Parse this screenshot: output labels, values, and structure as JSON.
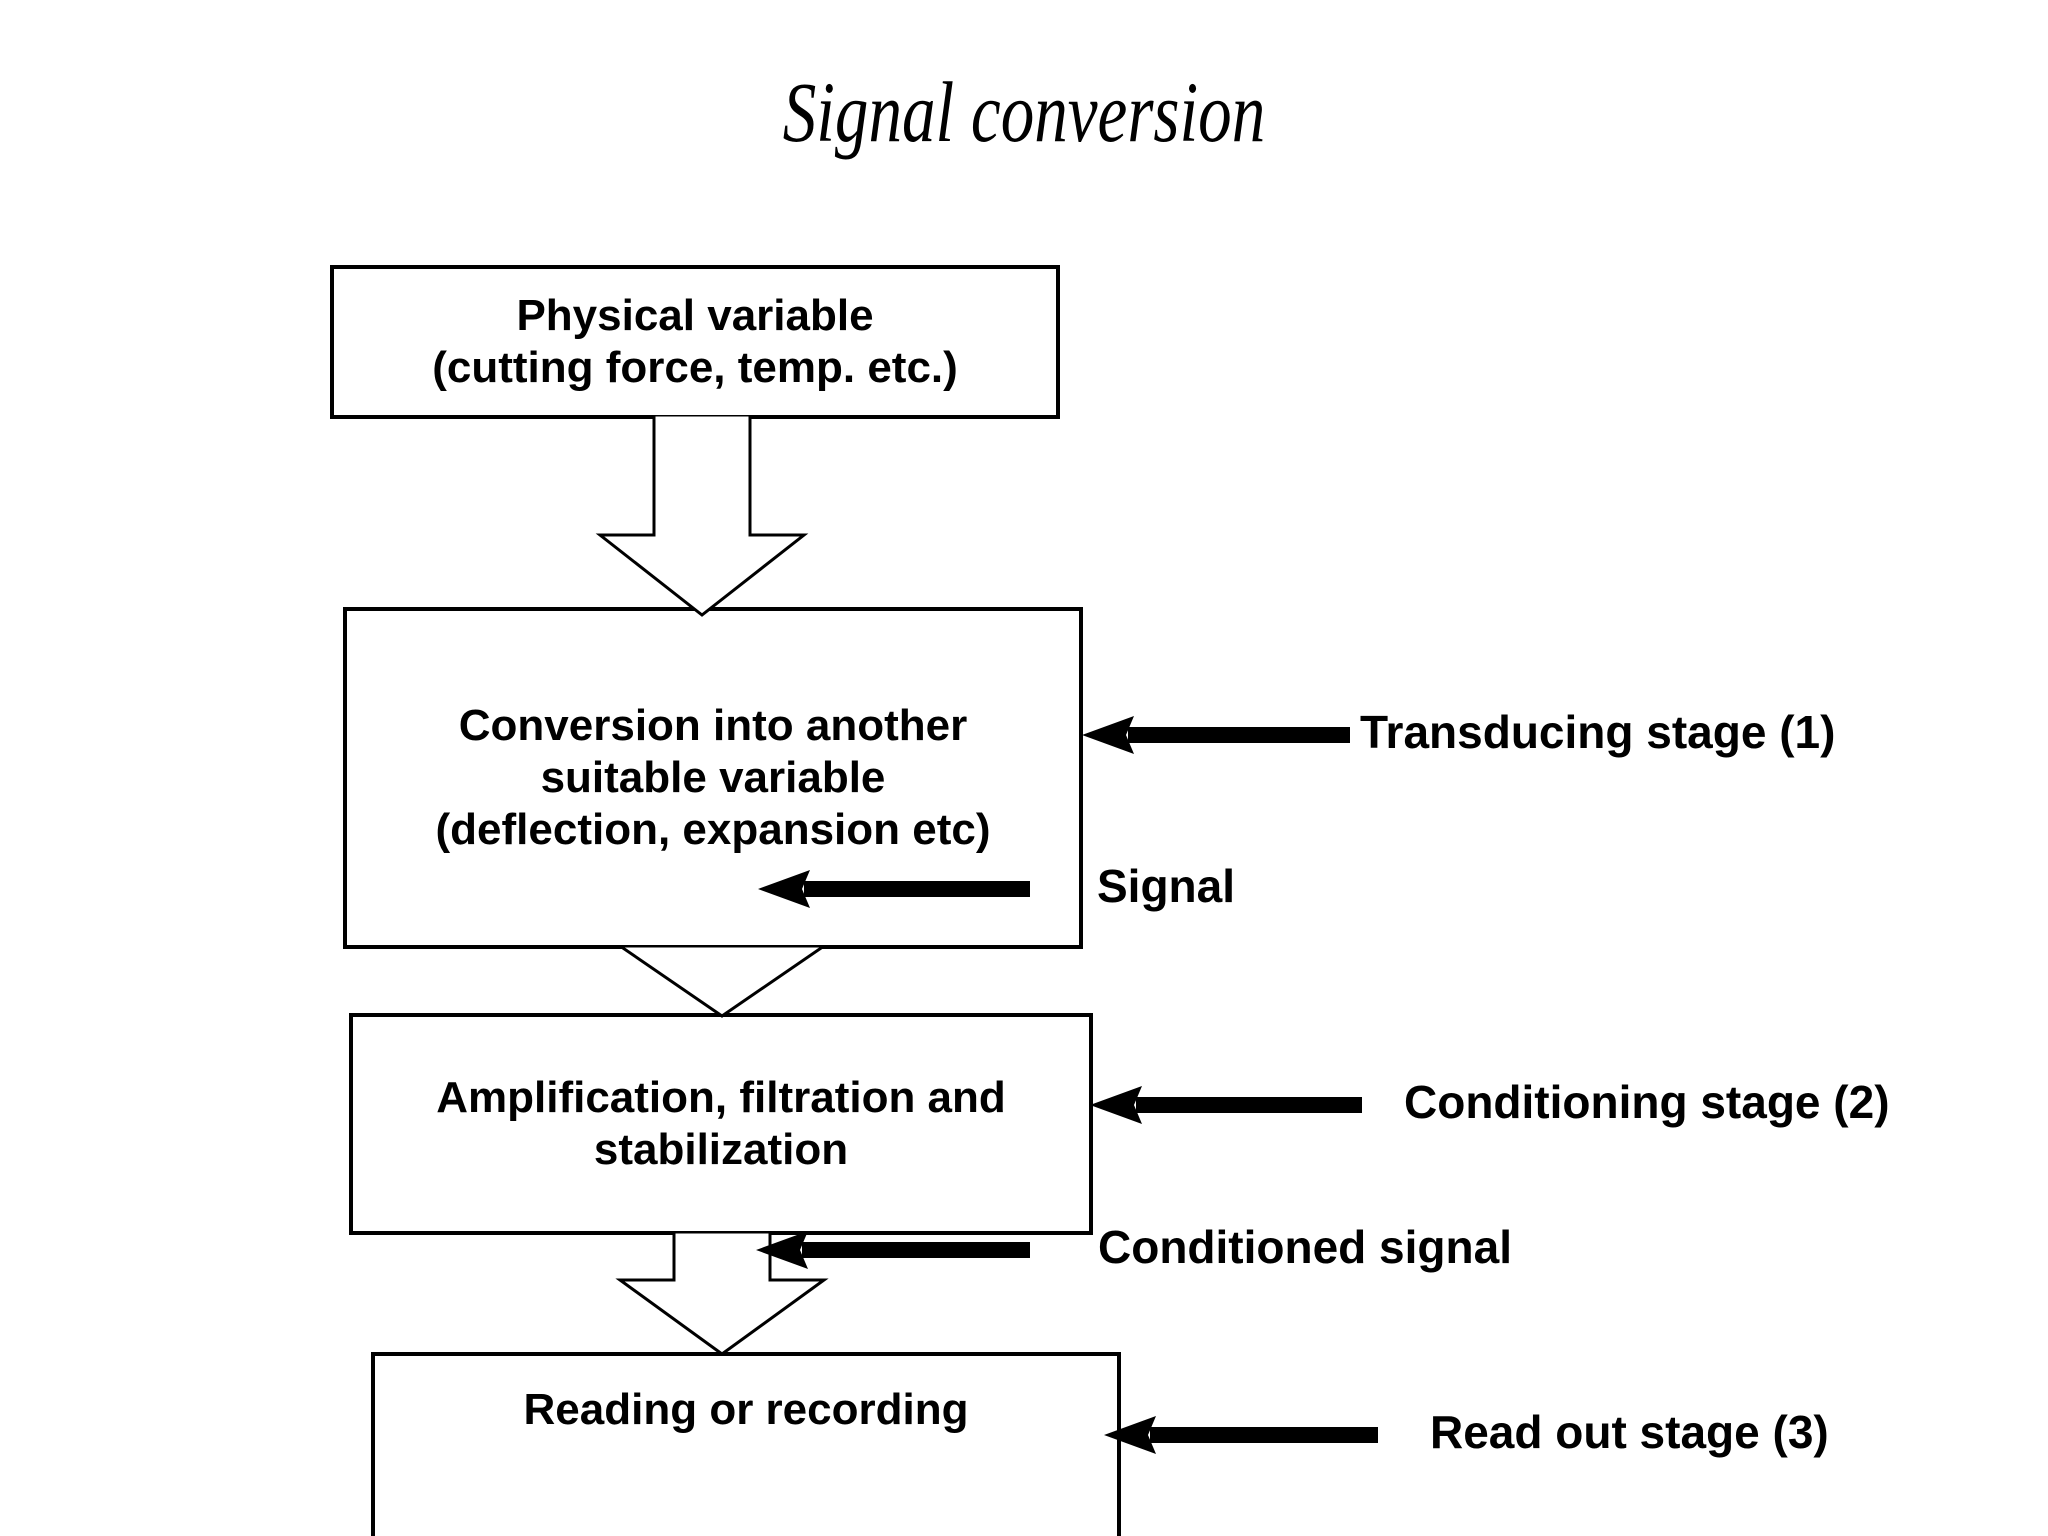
{
  "slide": {
    "title": "Signal conversion",
    "background_color": "#ffffff",
    "ink_color": "#000000"
  },
  "boxes": [
    {
      "id": "physical-variable",
      "text": "Physical variable\n(cutting force, temp. etc.)"
    },
    {
      "id": "conversion",
      "text": "Conversion into another\nsuitable variable\n(deflection, expansion etc)"
    },
    {
      "id": "amplification",
      "text": "Amplification, filtration and\nstabilization"
    },
    {
      "id": "reading",
      "text": "Reading or recording"
    }
  ],
  "annotations": [
    {
      "id": "transducing-stage",
      "label": "Transducing stage (1)",
      "arrow": "arrow-left-icon"
    },
    {
      "id": "signal",
      "label": "Signal",
      "arrow": "arrow-left-icon"
    },
    {
      "id": "conditioning-stage",
      "label": "Conditioning stage (2)",
      "arrow": "arrow-left-icon"
    },
    {
      "id": "conditioned-signal",
      "label": "Conditioned signal",
      "arrow": "arrow-left-icon"
    },
    {
      "id": "readout-stage",
      "label": "Read out stage (3)",
      "arrow": "arrow-left-icon"
    }
  ],
  "flow_arrows": [
    {
      "id": "physical-to-conversion",
      "direction": "down",
      "style": "hollow-block"
    },
    {
      "id": "conversion-to-amplification",
      "direction": "down",
      "style": "hollow-block"
    },
    {
      "id": "amplification-to-reading",
      "direction": "down",
      "style": "hollow-block"
    }
  ]
}
